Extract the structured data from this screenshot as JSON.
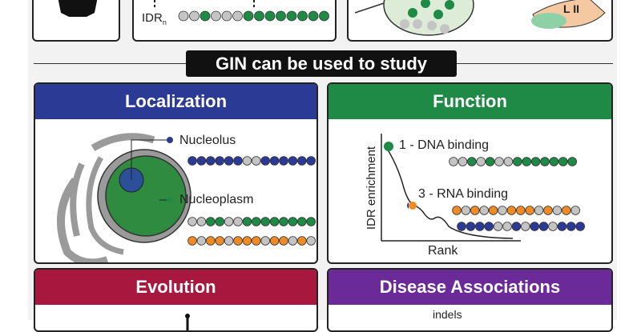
{
  "banner": {
    "text": "GIN can be used to study"
  },
  "top": {
    "idr_label": "IDR",
    "idr_sub": "n"
  },
  "panels": {
    "localization": {
      "title": "Localization",
      "color": "#2b3a95",
      "nucleolus": "Nucleolus",
      "nucleoplasm": "Nucleoplasm"
    },
    "function": {
      "title": "Function",
      "color": "#1e8a45",
      "ylabel": "IDR enrichment",
      "xlabel": "Rank",
      "item1": "1 - DNA binding",
      "item3": "3 - RNA binding"
    },
    "evolution": {
      "title": "Evolution",
      "color": "#a8183e"
    },
    "disease": {
      "title": "Disease Associations",
      "color": "#6a2a98",
      "indels": "indels"
    }
  },
  "colors": {
    "green": "#1e8a45",
    "grey": "#c4c4c4",
    "blue": "#2b3a95",
    "orange": "#f08a24",
    "nucleus": "#2e8b40",
    "nucleolus": "#2c4f9a",
    "er": "#9a9a9a"
  },
  "chains": {
    "top": [
      "grey",
      "grey",
      "green",
      "grey",
      "grey",
      "grey",
      "green",
      "green",
      "green",
      "green",
      "green",
      "green",
      "green",
      "green"
    ],
    "nucleolus": [
      "blue",
      "blue",
      "blue",
      "blue",
      "blue",
      "blue",
      "grey",
      "grey",
      "blue",
      "blue",
      "blue",
      "blue",
      "blue",
      "blue"
    ],
    "nucleoplasm1": [
      "grey",
      "grey",
      "green",
      "green",
      "grey",
      "grey",
      "green",
      "green",
      "green",
      "green",
      "green",
      "green",
      "green",
      "green"
    ],
    "nucleoplasm2": [
      "orange",
      "grey",
      "orange",
      "orange",
      "grey",
      "orange",
      "orange",
      "orange",
      "grey",
      "orange",
      "orange",
      "grey",
      "orange",
      "grey"
    ],
    "dna": [
      "grey",
      "grey",
      "green",
      "grey",
      "green",
      "grey",
      "grey",
      "green",
      "green",
      "green",
      "green",
      "green",
      "green",
      "green"
    ],
    "rna1": [
      "orange",
      "grey",
      "orange",
      "grey",
      "orange",
      "grey",
      "orange",
      "orange",
      "orange",
      "grey",
      "orange",
      "grey",
      "orange",
      "grey"
    ],
    "rna2": [
      "blue",
      "blue",
      "blue",
      "blue",
      "grey",
      "grey",
      "blue",
      "grey",
      "blue",
      "blue",
      "grey",
      "blue",
      "blue",
      "blue"
    ]
  }
}
